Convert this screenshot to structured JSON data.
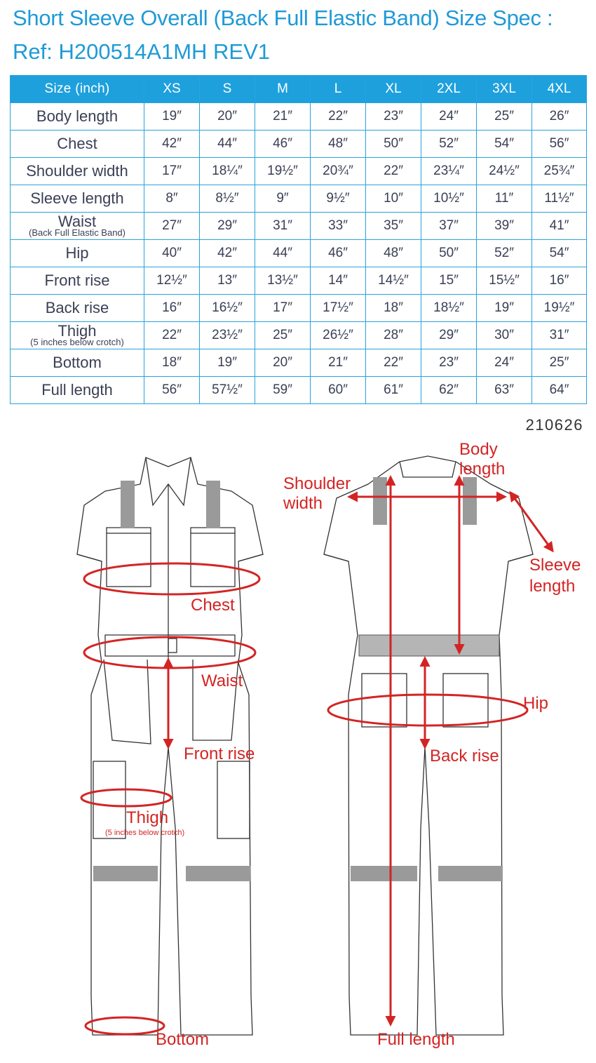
{
  "title_line1": "Short Sleeve Overall  (Back Full Elastic Band) Size Spec :",
  "title_line2": "Ref:  H200514A1MH  REV1",
  "table": {
    "header": [
      "Size (inch)",
      "XS",
      "S",
      "M",
      "L",
      "XL",
      "2XL",
      "3XL",
      "4XL"
    ],
    "rows": [
      {
        "label": "Body length",
        "sub": "",
        "values": [
          "19″",
          "20″",
          "21″",
          "22″",
          "23″",
          "24″",
          "25″",
          "26″"
        ]
      },
      {
        "label": "Chest",
        "sub": "",
        "values": [
          "42″",
          "44″",
          "46″",
          "48″",
          "50″",
          "52″",
          "54″",
          "56″"
        ]
      },
      {
        "label": "Shoulder width",
        "sub": "",
        "values": [
          "17″",
          "18¼″",
          "19½″",
          "20¾″",
          "22″",
          "23¼″",
          "24½″",
          "25¾″"
        ]
      },
      {
        "label": "Sleeve length",
        "sub": "",
        "values": [
          "8″",
          "8½″",
          "9″",
          "9½″",
          "10″",
          "10½″",
          "11″",
          "11½″"
        ]
      },
      {
        "label": "Waist",
        "sub": "(Back Full Elastic Band)",
        "values": [
          "27″",
          "29″",
          "31″",
          "33″",
          "35″",
          "37″",
          "39″",
          "41″"
        ]
      },
      {
        "label": "Hip",
        "sub": "",
        "values": [
          "40″",
          "42″",
          "44″",
          "46″",
          "48″",
          "50″",
          "52″",
          "54″"
        ]
      },
      {
        "label": "Front rise",
        "sub": "",
        "values": [
          "12½″",
          "13″",
          "13½″",
          "14″",
          "14½″",
          "15″",
          "15½″",
          "16″"
        ]
      },
      {
        "label": "Back rise",
        "sub": "",
        "values": [
          "16″",
          "16½″",
          "17″",
          "17½″",
          "18″",
          "18½″",
          "19″",
          "19½″"
        ]
      },
      {
        "label": "Thigh",
        "sub": "(5 inches below crotch)",
        "values": [
          "22″",
          "23½″",
          "25″",
          "26½″",
          "28″",
          "29″",
          "30″",
          "31″"
        ]
      },
      {
        "label": "Bottom",
        "sub": "",
        "values": [
          "18″",
          "19″",
          "20″",
          "21″",
          "22″",
          "23″",
          "24″",
          "25″"
        ]
      },
      {
        "label": "Full length",
        "sub": "",
        "values": [
          "56″",
          "57½″",
          "59″",
          "60″",
          "61″",
          "62″",
          "63″",
          "64″"
        ]
      }
    ]
  },
  "code": "210626",
  "annotations": {
    "chest": "Chest",
    "waist": "Waist",
    "front_rise": "Front rise",
    "thigh": "Thigh",
    "thigh_note": "(5 inches below crotch)",
    "bottom": "Bottom",
    "body_length_1": "Body",
    "body_length_2": "length",
    "shoulder_width_1": "Shoulder",
    "shoulder_width_2": "width",
    "sleeve_length_1": "Sleeve",
    "sleeve_length_2": "length",
    "hip": "Hip",
    "back_rise": "Back rise",
    "full_length": "Full length"
  },
  "colors": {
    "accent": "#1ea0dd",
    "annotation": "#d32424",
    "reflective_tape": "#9a9a9a"
  }
}
